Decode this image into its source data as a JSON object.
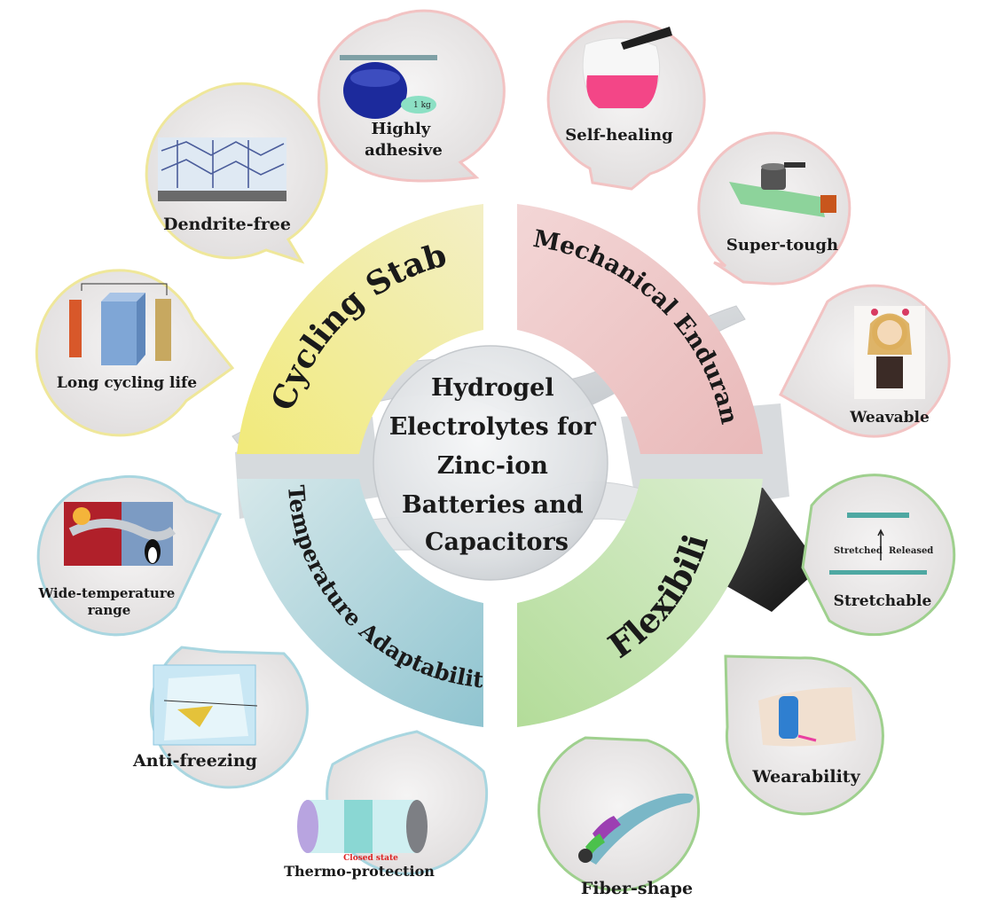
{
  "center": {
    "lines": [
      "Hydrogel",
      "Electrolytes for",
      "Zinc-ion",
      "Batteries and",
      "Capacitors"
    ]
  },
  "arcs": [
    {
      "id": "cycling",
      "label": "Cycling Stability",
      "color": "#ece680"
    },
    {
      "id": "mechanical",
      "label": "Mechanical Endurance",
      "color": "#f0cccc"
    },
    {
      "id": "temperature",
      "label": "Temperature Adaptability",
      "color": "#bcdde3"
    },
    {
      "id": "flexibility",
      "label": "Flexibility",
      "color": "#c6e6b3"
    }
  ],
  "bubbles": [
    {
      "id": "highly-adhesive",
      "lines": [
        "Highly",
        "adhesive"
      ],
      "border": "#f2c3c3",
      "icon": "blue-jar-glass-plate"
    },
    {
      "id": "weight-tag",
      "lines": [
        "1 kg"
      ],
      "icon": "weight-tag"
    },
    {
      "id": "self-healing",
      "lines": [
        "Self-healing"
      ],
      "border": "#f2c3c3",
      "icon": "pink-gel-tweezers"
    },
    {
      "id": "super-tough",
      "lines": [
        "Super-tough"
      ],
      "border": "#f2c3c3",
      "icon": "green-gel-weight"
    },
    {
      "id": "weavable",
      "lines": [
        "Weavable"
      ],
      "border": "#f2c3c3",
      "icon": "doll-figure"
    },
    {
      "id": "dendrite-free",
      "lines": [
        "Dendrite-free"
      ],
      "border": "#efe79a",
      "icon": "polymer-network"
    },
    {
      "id": "long-cycling-life",
      "lines": [
        "Long cycling life"
      ],
      "border": "#efe79a",
      "icon": "battery-cell"
    },
    {
      "id": "wide-temperature-range",
      "lines": [
        "Wide-temperature",
        "range"
      ],
      "border": "#a9d6e0",
      "icon": "sun-snow-scene"
    },
    {
      "id": "anti-freezing",
      "lines": [
        "Anti-freezing"
      ],
      "border": "#a9d6e0",
      "icon": "ice-cube"
    },
    {
      "id": "thermo-protection",
      "lines": [
        "Thermo-protection"
      ],
      "border": "#a9d6e0",
      "icon": "cylinder-cell",
      "caption": "Closed state"
    },
    {
      "id": "stretchable",
      "lines": [
        "Stretchable"
      ],
      "border": "#9fd08e",
      "icon": "stretched-fiber",
      "caption_left": "Stretched",
      "caption_right": "Released"
    },
    {
      "id": "wearability",
      "lines": [
        "Wearability"
      ],
      "border": "#9fd08e",
      "icon": "wrist-band"
    },
    {
      "id": "fiber-shape",
      "lines": [
        "Fiber-shape"
      ],
      "border": "#9fd08e",
      "icon": "fiber-cable"
    }
  ]
}
